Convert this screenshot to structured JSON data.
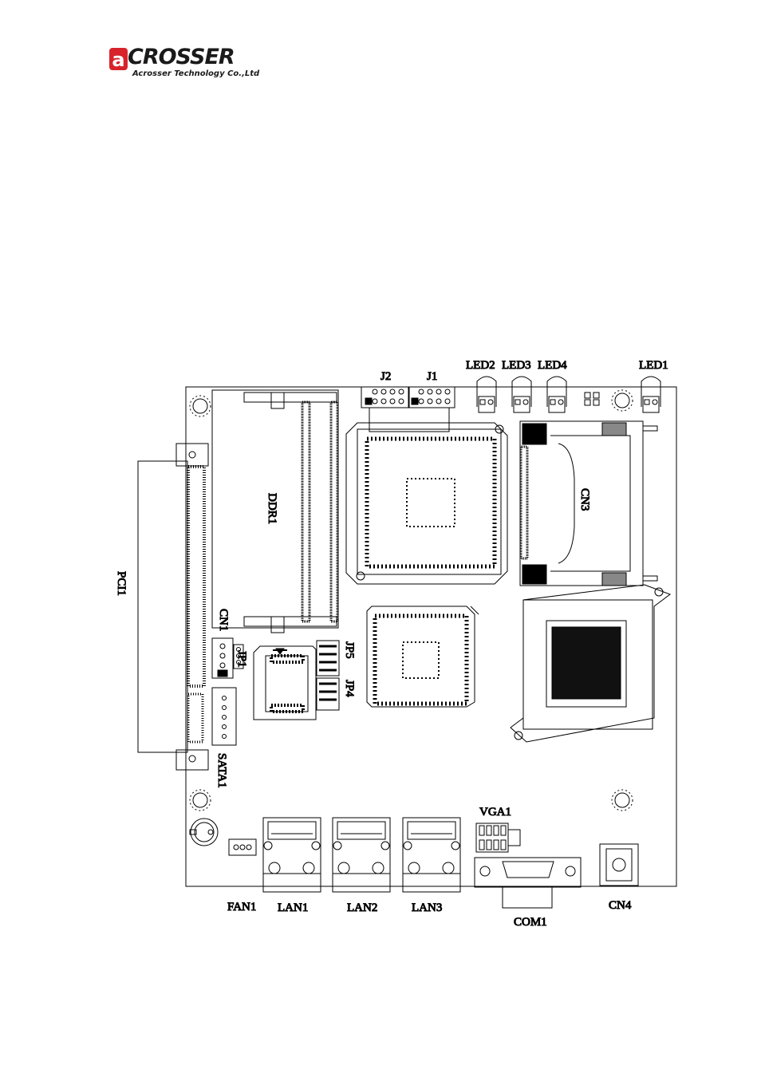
{
  "brand": {
    "name": "CROSSER",
    "mark": "a",
    "subtitle": "Acrosser Technology Co.,Ltd",
    "accent": "#d8232a"
  },
  "components": {
    "j2": "J2",
    "j1": "J1",
    "led2": "LED2",
    "led3": "LED3",
    "led4": "LED4",
    "led1": "LED1",
    "ddr1": "DDR1",
    "cn3": "CN3",
    "pci1": "PCI1",
    "cn1": "CN1",
    "jp1": "JP1",
    "jp5": "JP5",
    "jp4": "JP4",
    "sata1": "SATA1",
    "vga1": "VGA1",
    "fan1": "FAN1",
    "lan1": "LAN1",
    "lan2": "LAN2",
    "lan3": "LAN3",
    "com1": "COM1",
    "cn4": "CN4"
  }
}
